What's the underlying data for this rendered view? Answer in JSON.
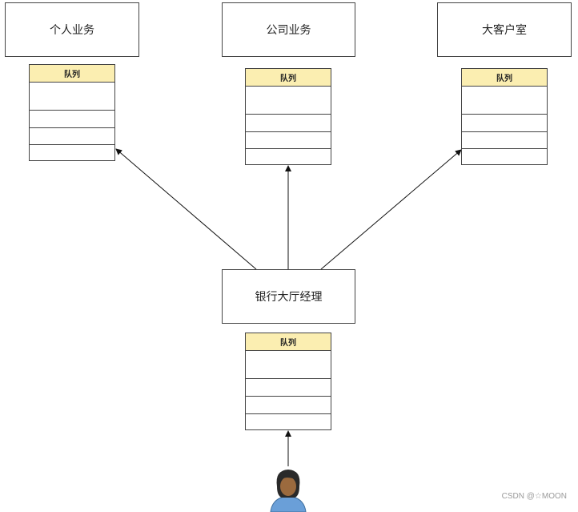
{
  "departments": [
    {
      "name": "个人业务"
    },
    {
      "name": "公司业务"
    },
    {
      "name": "大客户室"
    }
  ],
  "manager": {
    "name": "银行大厅经理"
  },
  "queue_label": "队列",
  "watermark": "CSDN @☆MOON"
}
